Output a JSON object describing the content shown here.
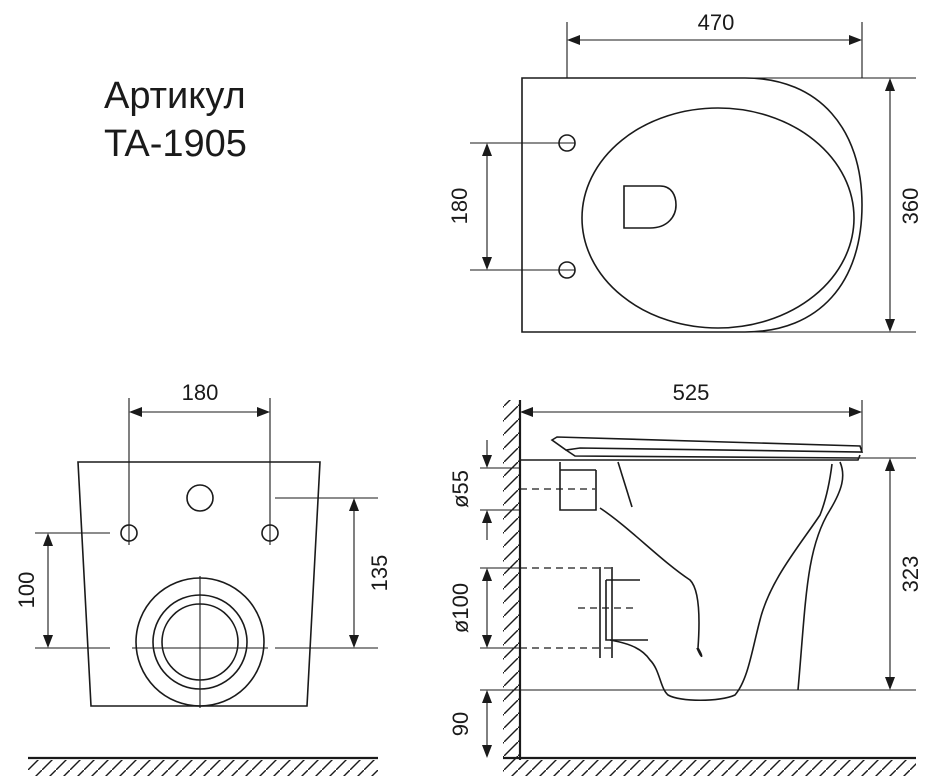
{
  "title": {
    "line1": "Артикул",
    "line2": "TA-1905"
  },
  "top_view": {
    "width_label": "470",
    "depth_label": "360",
    "hole_spacing_label": "180"
  },
  "front_view": {
    "hole_spacing_label": "180",
    "hole_height_label": "100",
    "upper_hole_height_label": "135"
  },
  "side_view": {
    "length_label": "525",
    "height_label": "323",
    "floor_gap_label": "90",
    "inlet_diameter_label": "ø55",
    "outlet_diameter_label": "ø100"
  }
}
